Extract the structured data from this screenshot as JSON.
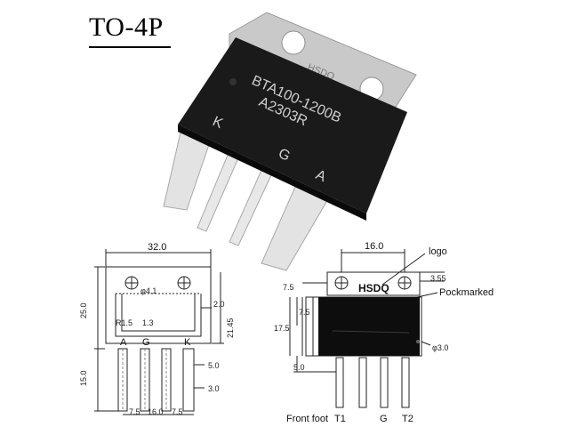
{
  "title": "TO-4P",
  "chip": {
    "part_number": "BTA100-1200B",
    "lot_code": "A2303R",
    "brand_tab": "HSDQ",
    "pin_k": "K",
    "pin_g": "G",
    "pin_a": "A"
  },
  "left_drawing": {
    "width": "32.0",
    "hole": "φ4.1",
    "height_top": "25.0",
    "height_body": "21.45",
    "wall": "2.0",
    "radius": "R1.5",
    "pin_pitch_small": "1.3",
    "pins": [
      "A",
      "G",
      "K"
    ],
    "lead_length": "15.0",
    "lead_width_top": "5.0",
    "lead_width_bottom": "3.0",
    "spacing": [
      "7.5",
      "16.0",
      "7.5"
    ]
  },
  "right_drawing": {
    "width": "16.0",
    "logo_label": "logo",
    "tab_text": "HSDQ",
    "pockmarked_label": "Pockmarked",
    "offset_left": "7.5",
    "offset_top": "3.55",
    "body_height": "17.5",
    "body_step": "7.5",
    "dot": "φ3.0",
    "lead_length": "5.0",
    "pins": [
      "T1",
      "G",
      "T2"
    ],
    "front_foot": "Front foot"
  }
}
